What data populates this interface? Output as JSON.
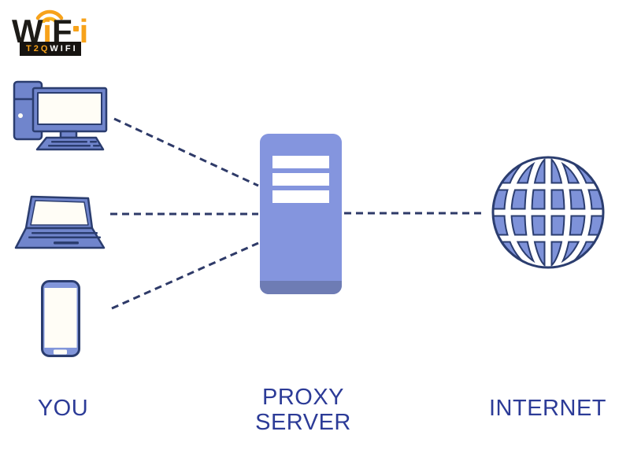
{
  "logo": {
    "wordmark": [
      "W",
      "i",
      "F",
      "i"
    ],
    "tagline_accent": "T2Q",
    "tagline_rest": "WIFI",
    "colors": {
      "dark": "#1d1b17",
      "accent": "#f7a21a",
      "tagline_bg": "#161310",
      "tagline_rest_text": "#ffffff"
    }
  },
  "nodes": {
    "you": {
      "label": "YOU",
      "devices": [
        "desktop-computer",
        "laptop",
        "smartphone"
      ]
    },
    "proxy": {
      "label_line1": "PROXY",
      "label_line2": "SERVER"
    },
    "internet": {
      "label": "INTERNET"
    }
  },
  "connections": [
    {
      "from": "desktop-computer",
      "to": "proxy-server",
      "style": "dashed"
    },
    {
      "from": "laptop",
      "to": "proxy-server",
      "style": "dashed"
    },
    {
      "from": "smartphone",
      "to": "proxy-server",
      "style": "dashed"
    },
    {
      "from": "proxy-server",
      "to": "internet",
      "style": "dashed"
    }
  ],
  "colors": {
    "device_fill": "#7085cc",
    "device_outline": "#2b3d6f",
    "screen_fill": "#fffdf6",
    "server_fill": "#8495de",
    "server_base": "#6e7cb4",
    "server_slots": "#ffffff",
    "globe_fill": "#7e92d9",
    "connection_line": "#2e3a68",
    "label_text": "#2c3b97",
    "background": "#ffffff"
  }
}
